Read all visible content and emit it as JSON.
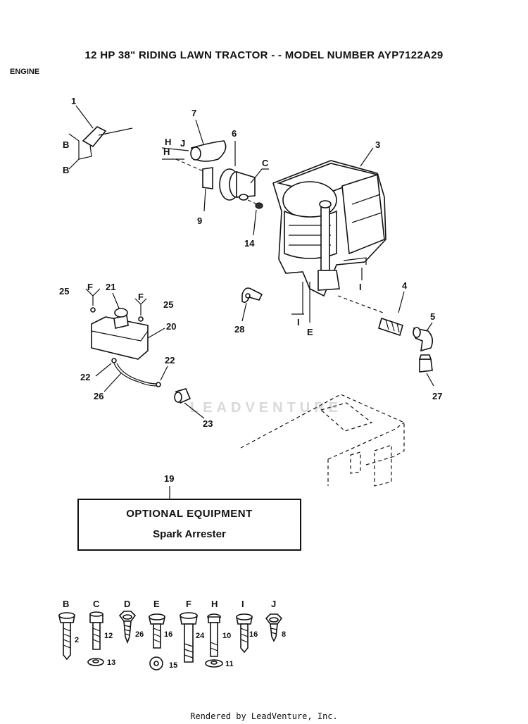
{
  "title": "12 HP 38\" RIDING LAWN TRACTOR - - MODEL NUMBER AYP7122A29",
  "subtitle": "ENGINE",
  "optional_box": {
    "heading": "OPTIONAL EQUIPMENT",
    "item": "Spark Arrester"
  },
  "watermark": "LEADVENTURE",
  "footer": "Rendered by LeadVenture, Inc.",
  "callouts": {
    "c1": "1",
    "c3": "3",
    "c4": "4",
    "c5": "5",
    "c6": "6",
    "c7": "7",
    "c9": "9",
    "c14": "14",
    "c19": "19",
    "c20": "20",
    "c21": "21",
    "c22a": "22",
    "c22b": "22",
    "c23": "23",
    "c25a": "25",
    "c25b": "25",
    "c26": "26",
    "c27": "27",
    "c28": "28"
  },
  "refs": {
    "b1": "B",
    "b2": "B",
    "h1": "H",
    "h2": "H",
    "j1": "J",
    "c": "C",
    "f1": "F",
    "f2": "F",
    "i1": "I",
    "i2": "I",
    "e": "E"
  },
  "hardware": [
    {
      "letter": "B",
      "part": "2"
    },
    {
      "letter": "C",
      "part": "12",
      "washer": "13"
    },
    {
      "letter": "D",
      "part": "26"
    },
    {
      "letter": "E",
      "part": "16",
      "washer": "15"
    },
    {
      "letter": "F",
      "part": "24"
    },
    {
      "letter": "H",
      "part": "10",
      "washer": "11"
    },
    {
      "letter": "I",
      "part": "16"
    },
    {
      "letter": "J",
      "part": "8"
    }
  ]
}
